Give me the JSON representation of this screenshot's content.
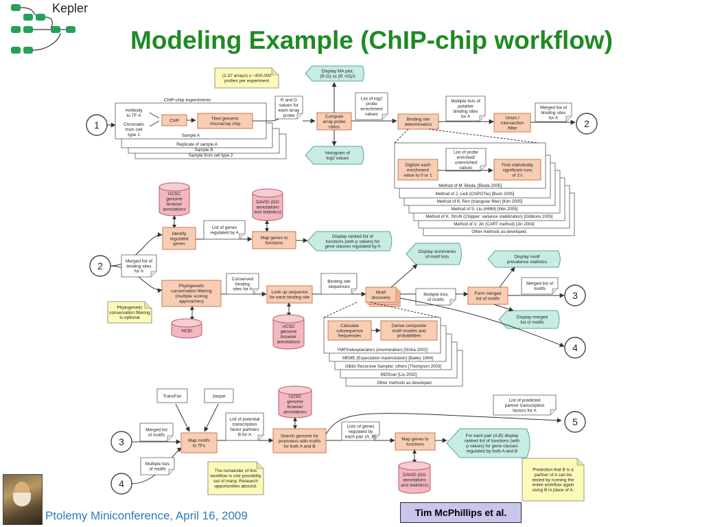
{
  "slide": {
    "title": "Modeling Example (ChIP-chip workflow)",
    "logo_text": "Kepler",
    "footer": "Ptolemy Miniconference, April 16, 2009",
    "credit": "Tim McPhillips et al."
  },
  "colors": {
    "title": "#1f8a24",
    "actor_fill": "#f8cdb4",
    "actor_stroke": "#c8784e",
    "display_fill": "#c6ece3",
    "display_stroke": "#5aa595",
    "note_fill": "#fdfab9",
    "db_fill": "#f3b7bf",
    "credit_fill": "#c9c6ee",
    "logo_green": "#25a05c",
    "footer_text": "#2b7bb9"
  },
  "circles": [
    "1",
    "2",
    "2",
    "3",
    "3",
    "4",
    "4",
    "5"
  ],
  "notes": {
    "arrays": [
      "(1-37 arrays) x ~400,000",
      "probes per experiment"
    ],
    "phylo": [
      "Phylogenetic",
      "conservation filtering",
      "is optional"
    ],
    "remainder": [
      "The remainder of this",
      "workflow is one possibility",
      "out of many.  Research",
      "opportunities abound."
    ],
    "prediction": [
      "Prediction that B is a",
      "partner of A can be",
      "tested by running the",
      "entire workflow again",
      "using B in place of A."
    ]
  },
  "section1": {
    "experiments_label": "ChIP-chip experiments",
    "antibody": [
      "Antibody",
      "to TF A"
    ],
    "chromatin": [
      "Chromatin",
      "from cell",
      "type 1"
    ],
    "chip": "ChIP",
    "tiled": [
      "Tiled genomic",
      "microarray chip"
    ],
    "stack": [
      "Sample A",
      "Replicate of sample A",
      "Sample B",
      "Sample from cell type 2"
    ],
    "rg_values": [
      "R and G",
      "values for",
      "each array",
      "probe"
    ],
    "compute": [
      "Compute",
      "array probe",
      "ratios"
    ],
    "ma_plot": [
      "Display MA plot:",
      "(R-G) vs (R +G)/2"
    ],
    "histogram": [
      "histogram of",
      "log2 values"
    ],
    "log2_list": [
      "List of log2",
      "probe",
      "enrichment",
      "values"
    ],
    "binding_det": [
      "Binding site",
      "determination"
    ],
    "putative": [
      "Multiple lists of",
      "putative",
      "binding sites",
      "for A"
    ],
    "union": [
      "Union /",
      "intersection",
      "/filter"
    ],
    "merged_out": [
      "Merged list of",
      "binding sites",
      "for A"
    ],
    "digitize": [
      "Digitize each",
      "enrichment",
      "value to 0 or 1"
    ],
    "probe_list": [
      "List of probe",
      "enriched/",
      "unenriched",
      "values"
    ],
    "find_runs": [
      "Find statistically",
      "significant runs",
      "of 1's"
    ],
    "methods": [
      "Method of M. Bieda, [Bieda  2005]",
      "Method of J. Lieb (ChIPOTle) [Buck 2005]",
      "Method of B. Ren (triangular filter) [Kim 2005]",
      "Method of S. Liu (HMM) [Wei 2005]",
      "Method of K. Struhl (Chipper: variance stabilization) [Gibbons 2005]",
      "Method of V. Jin (CART method) [Jin 2004]",
      "Other methods as developed"
    ]
  },
  "section2": {
    "ucsc_top": [
      "UCSC",
      "genome",
      "browser",
      "annotations"
    ],
    "identify": [
      "Identify",
      "regulated",
      "genes"
    ],
    "david": [
      "DAVID (GO",
      "annotations",
      "and statistics)"
    ],
    "genes_regulated": [
      "List of genes",
      "regulated by A"
    ],
    "map_genes": [
      "Map genes to",
      "functions"
    ],
    "ranked": [
      "Display ranked list of",
      "functions (with p values) for",
      "gene classes regulated by A"
    ],
    "merged_in": [
      "Merged list of",
      "binding sites",
      "for A"
    ],
    "phylo_filter": [
      "Phylogenetic",
      "conservation filtering",
      "(multiple scoring",
      "approaches)"
    ],
    "conserved": [
      "Conserved",
      "binding",
      "sites for A"
    ],
    "ncbi": "NCBI",
    "lookup": [
      "Look up sequence",
      "for each binding site"
    ],
    "ucsc_mid": [
      "UCSC",
      "genome",
      "browser",
      "annotations"
    ],
    "bs_seq": [
      "Binding site",
      "sequences"
    ],
    "motif": [
      "Motif",
      "discovery"
    ],
    "disp_summaries": [
      "Display summaries",
      "of motif lists"
    ],
    "multi_motifs": [
      "Multiple lists",
      "of motifs"
    ],
    "form_merged": [
      "Form merged",
      "list of motifs"
    ],
    "prevalence": [
      "Display motif",
      "prevalence statistics"
    ],
    "merged_motifs": [
      "Merged list of",
      "motifs"
    ],
    "disp_merged": [
      "Display merged",
      "list of motifs"
    ],
    "calc": [
      "Calculate",
      "subsequence",
      "frequencies"
    ],
    "derive": [
      "Derive composite",
      "motif models and",
      "probabilities"
    ],
    "methods": [
      "YMF/Indexplanators (enumeration) [Sinha 2002]",
      "MEME (Expectation maximization) [Bailey 1994]",
      "Gibbs Recursive Sampler, others [Thompson 2003]",
      "MDScan [Liu 2002]",
      "Other methods as developed"
    ]
  },
  "section3": {
    "transfac": "TransFac",
    "jaspar": "Jaspar",
    "ucsc_bot": [
      "UCSC",
      "genome",
      "browser",
      "annotations"
    ],
    "merged_motifs": [
      "Merged list",
      "of motifs"
    ],
    "multi_motifs": [
      "Multiple lists",
      "of motifs"
    ],
    "map_motifs": [
      "Map motifs",
      "to TFs"
    ],
    "potential": [
      "List of potential",
      "transcription",
      "factor partners",
      "B for A"
    ],
    "search": [
      "Search genome for",
      "promoters with motifs",
      "for both A and B"
    ],
    "genes_ab": [
      "Lists of genes",
      "regulated  by",
      "each pair (A, B)"
    ],
    "map_genes": [
      "Map genes to",
      "functions"
    ],
    "pair_display": [
      "For each pair (A,B) display",
      "ranked list of  functions (with",
      "p values) for gene classes",
      "regulated by both A and B"
    ],
    "david": [
      "DAVID (GO",
      "annotations",
      "and statistics)"
    ],
    "predicted": [
      "List of predicted",
      "partner transcription",
      "factors for A"
    ]
  }
}
